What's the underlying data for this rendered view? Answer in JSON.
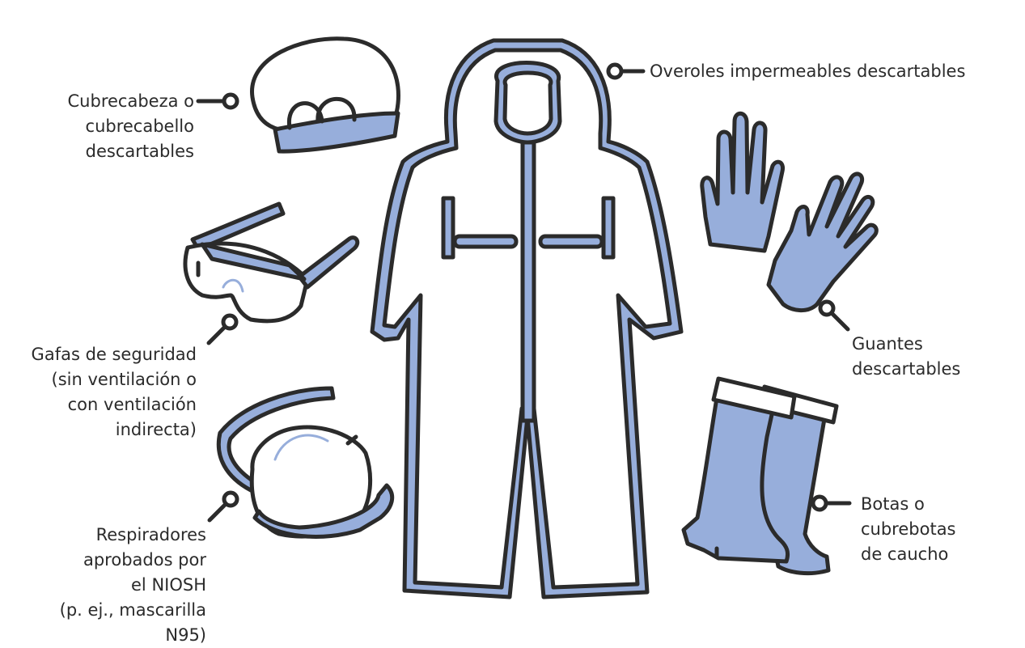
{
  "colors": {
    "outline": "#2b2b2b",
    "fill": "#97aedb"
  },
  "labels": {
    "overalls": [
      "Overoles impermeables descartables"
    ],
    "head_cover": [
      "Cubrecabeza o",
      "cubrecabello",
      "descartables"
    ],
    "gloves": [
      "Guantes",
      "descartables"
    ],
    "goggles": [
      "Gafas de seguridad",
      "(sin ventilación o",
      "con ventilación",
      "indirecta)"
    ],
    "respirator": [
      "Respiradores",
      "aprobados por",
      "el NIOSH",
      "(p. ej., mascarilla",
      "N95)"
    ],
    "boots": [
      "Botas o",
      "cubrebotas",
      "de caucho"
    ]
  },
  "icons": [
    "coverall-icon",
    "hair-cap-icon",
    "gloves-icon",
    "goggles-icon",
    "respirator-icon",
    "boots-icon"
  ]
}
